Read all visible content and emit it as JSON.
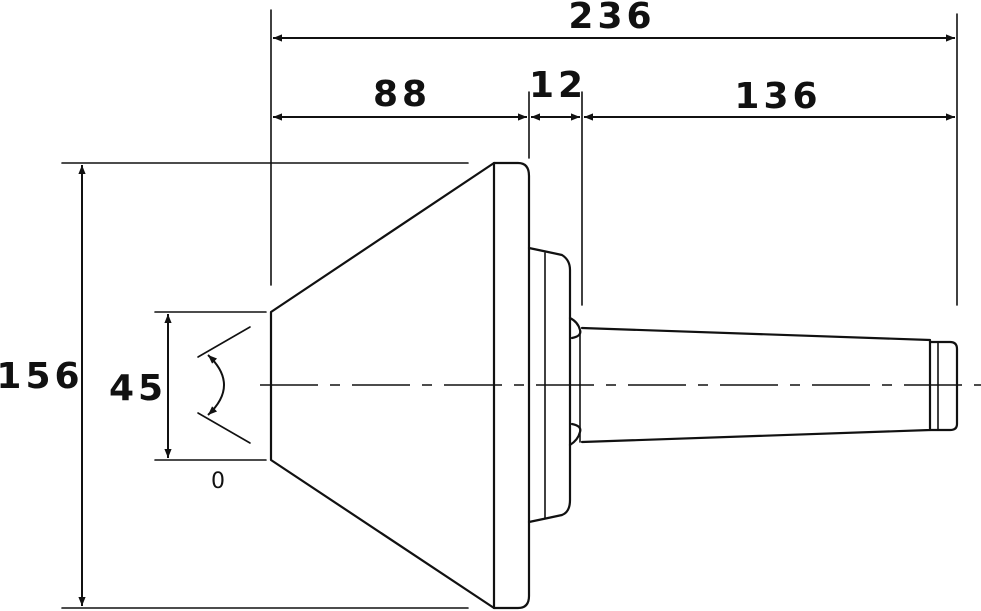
{
  "drawing": {
    "colors": {
      "line": "#111111",
      "background": "#ffffff"
    },
    "dimensions": {
      "total_length": "236",
      "cone_length": "88",
      "collar_length": "12",
      "shank_length": "136",
      "diameter": "156",
      "angle": "45"
    },
    "marker": "0"
  }
}
